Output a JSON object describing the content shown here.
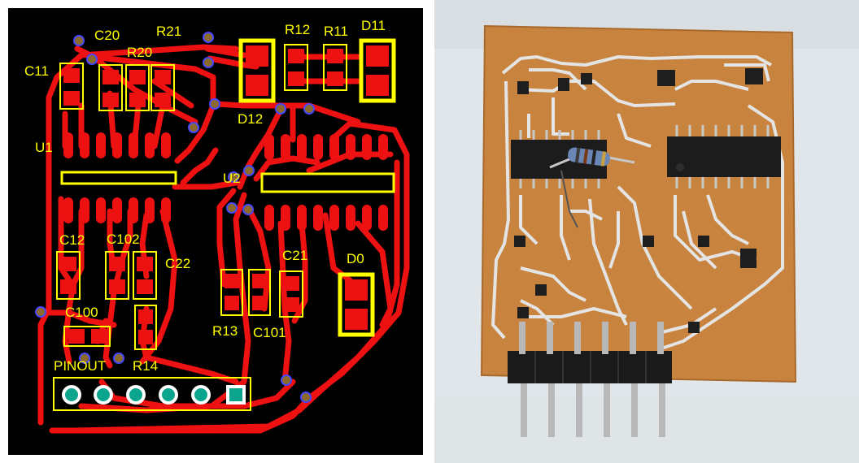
{
  "pcb_layout": {
    "component_labels": {
      "c20": "C20",
      "r21": "R21",
      "r12": "R12",
      "r11": "R11",
      "d11": "D11",
      "c11": "C11",
      "r20": "R20",
      "d12": "D12",
      "u1": "U1",
      "u2": "U2",
      "c12": "C12",
      "c102": "C102",
      "c22": "C22",
      "c21": "C21",
      "d0": "D0",
      "c100": "C100",
      "r13": "R13",
      "c101": "C101",
      "pinout": "PINOUT",
      "r14": "R14"
    },
    "colors": {
      "background": "#000000",
      "trace": "#ee1111",
      "silkscreen": "#ffff00",
      "via": "#8c6a2c",
      "via_ring": "#4646ff",
      "pin_pad": "#0aa58c",
      "pin_ring": "#ffffff"
    }
  },
  "photo": {
    "colors": {
      "board": "#c8833e",
      "copper": "#e4e4e4",
      "ic_body": "#1c1c1c",
      "header": "#1a1a1a",
      "pins": "#b8b8b8",
      "background": "#e0e6ea"
    }
  }
}
